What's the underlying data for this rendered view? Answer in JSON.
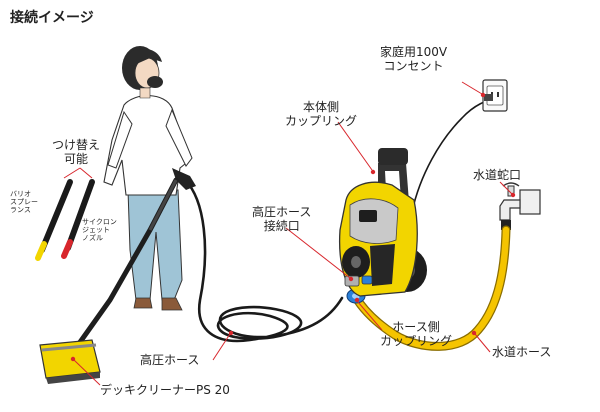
{
  "title": "接続イメージ",
  "labels": {
    "outlet": [
      "家庭用100V",
      "コンセント"
    ],
    "body_coupling": [
      "本体側",
      "カップリング"
    ],
    "faucet": "水道蛇口",
    "hp_hose_port": [
      "高圧ホース",
      "接続口"
    ],
    "interchangeable": [
      "つけ替え",
      "可能"
    ],
    "vario_lance": [
      "バリオ",
      "スプレー",
      "ランス"
    ],
    "cyclone_nozzle": [
      "サイクロン",
      "ジェット",
      "ノズル"
    ],
    "hose_coupling": [
      "ホース側",
      "カップリング"
    ],
    "hp_hose": "高圧ホース",
    "water_hose": "水道ホース",
    "deck_cleaner": "デッキクリーナーPS 20"
  },
  "colors": {
    "machine_yellow": "#f2d500",
    "leader_red": "#d8262c",
    "coupling_blue": "#2a7fd8",
    "hose_black": "#1a1a1a",
    "water_hose_yellow": "#f5c400",
    "shirt": "#ffffff",
    "pants": "#9fc4d6",
    "hair": "#2b2b2b"
  }
}
